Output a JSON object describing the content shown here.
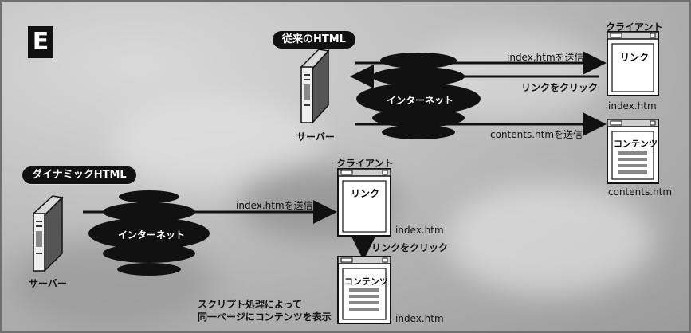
{
  "badge": "E",
  "traditional": {
    "pill": "従来のHTML",
    "client": "クライアント",
    "arrow1": "index.htmを送信",
    "arrow2": "リンクをクリック",
    "network": "インターネット",
    "arrow3": "contents.htmを送信",
    "server": "サーバー",
    "window1_text": "リンク",
    "window1_caption": "index.htm",
    "window2_text": "コンテンツ",
    "window2_caption": "contents.htm"
  },
  "dynamic": {
    "pill": "ダイナミックHTML",
    "client": "クライアント",
    "arrow1": "index.htmを送信",
    "network": "インターネット",
    "server": "サーバー",
    "window1_text": "リンク",
    "window1_caption": "index.htm",
    "click_label": "リンクをクリック",
    "window2_text": "コンテンツ",
    "window2_caption": "index.htm",
    "script_note_1": "スクリプト処理によって",
    "script_note_2": "同一ページにコンテンツを表示"
  }
}
